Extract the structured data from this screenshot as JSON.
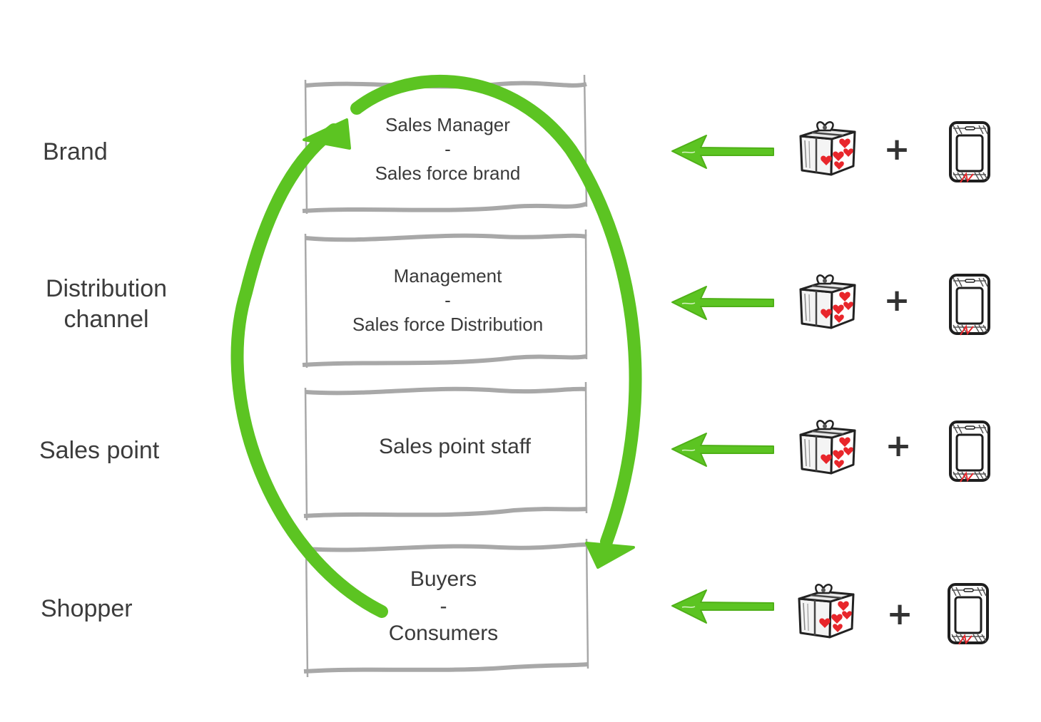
{
  "rows": [
    {
      "label_lines": [
        "Brand"
      ],
      "box_lines": [
        "Sales Manager",
        "-",
        "Sales force brand"
      ]
    },
    {
      "label_lines": [
        "Distribution",
        "channel"
      ],
      "box_lines": [
        "Management",
        "-",
        "Sales force Distribution"
      ]
    },
    {
      "label_lines": [
        "Sales point"
      ],
      "box_lines": [
        "Sales point staff"
      ]
    },
    {
      "label_lines": [
        "Shopper"
      ],
      "box_lines": [
        "Buyers",
        "-",
        "Consumers"
      ]
    }
  ],
  "plus_symbol": "+",
  "icons": {
    "arrow": "green-left-arrow-icon",
    "gift": "gift-box-hearts-icon",
    "phone": "smartphone-icon",
    "cycle": "green-cycle-arrows"
  },
  "colors": {
    "green": "#5cc422",
    "box_line": "#a8a8a8",
    "heart": "#e8262b",
    "text": "#3a3a3a"
  }
}
